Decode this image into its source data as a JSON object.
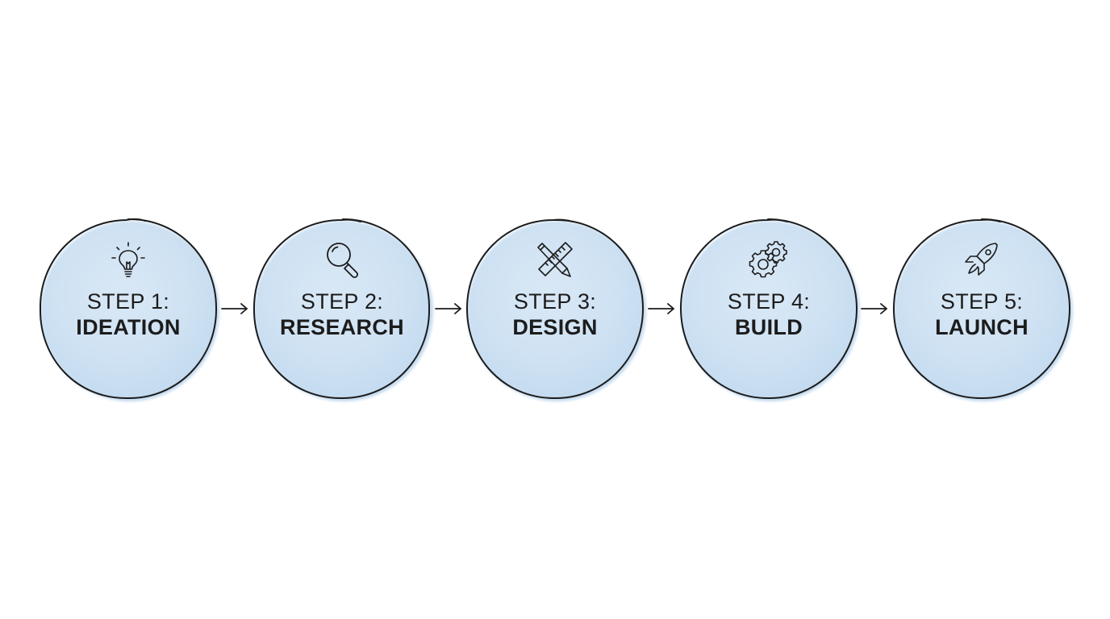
{
  "steps": [
    {
      "step_label": "STEP 1:",
      "title": "IDEATION",
      "icon": "lightbulb-icon"
    },
    {
      "step_label": "STEP 2:",
      "title": "RESEARCH",
      "icon": "magnifying-glass-icon"
    },
    {
      "step_label": "STEP 3:",
      "title": "DESIGN",
      "icon": "pencil-ruler-icon"
    },
    {
      "step_label": "STEP 4:",
      "title": "BUILD",
      "icon": "gears-icon"
    },
    {
      "step_label": "STEP 5:",
      "title": "LAUNCH",
      "icon": "rocket-icon"
    }
  ],
  "colors": {
    "circle_fill": "#cfe2f3",
    "stroke": "#1c1c1c",
    "background": "#ffffff"
  }
}
